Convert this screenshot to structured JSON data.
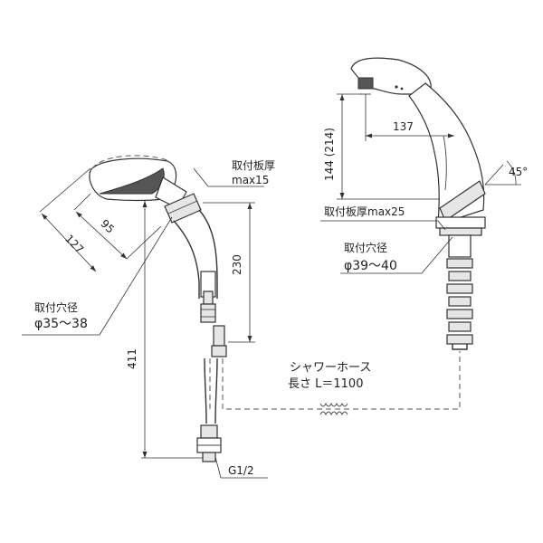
{
  "left_view": {
    "label_board_thickness": "取付板厚",
    "value_board_thickness": "max15",
    "dim_95": "95",
    "dim_127": "127",
    "dim_230": "230",
    "dim_411": "411",
    "label_hole_diameter": "取付穴径",
    "value_hole_diameter": "φ35～38",
    "thread_label": "G1/2"
  },
  "right_view": {
    "dim_137": "137",
    "dim_144": "144 (214)",
    "angle_label": "45°",
    "label_board_thickness": "取付板厚max25",
    "label_hole_diameter": "取付穴径",
    "value_hole_diameter": "φ39～40"
  },
  "hose": {
    "label": "シャワーホース",
    "length": "長さ L＝1100"
  }
}
